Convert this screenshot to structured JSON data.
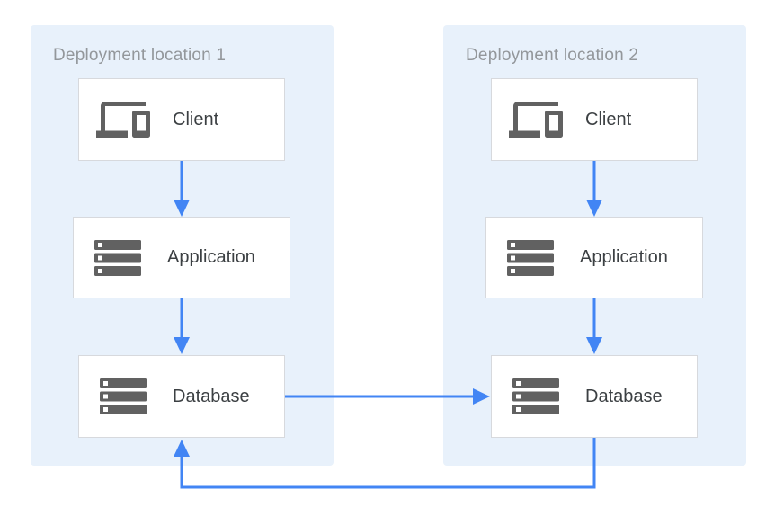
{
  "diagram": {
    "groups": [
      {
        "label": "Deployment location 1",
        "nodes": [
          {
            "label": "Client",
            "icon": "devices-icon"
          },
          {
            "label": "Application",
            "icon": "servers-icon"
          },
          {
            "label": "Database",
            "icon": "servers-icon"
          }
        ]
      },
      {
        "label": "Deployment location 2",
        "nodes": [
          {
            "label": "Client",
            "icon": "devices-icon"
          },
          {
            "label": "Application",
            "icon": "servers-icon"
          },
          {
            "label": "Database",
            "icon": "servers-icon"
          }
        ]
      }
    ],
    "edges": [
      {
        "from": "client-1",
        "to": "application-1",
        "direction": "down"
      },
      {
        "from": "application-1",
        "to": "database-1",
        "direction": "down"
      },
      {
        "from": "client-2",
        "to": "application-2",
        "direction": "down"
      },
      {
        "from": "application-2",
        "to": "database-2",
        "direction": "down"
      },
      {
        "from": "database-1",
        "to": "database-2",
        "direction": "right"
      },
      {
        "from": "database-2",
        "to": "database-1",
        "direction": "loop-bottom"
      }
    ],
    "colors": {
      "group_background": "#e8f1fb",
      "group_title": "#93979b",
      "node_background": "#ffffff",
      "node_border": "#d7d9dd",
      "node_label": "#3c4043",
      "icon": "#616161",
      "arrow": "#4285f4"
    }
  }
}
